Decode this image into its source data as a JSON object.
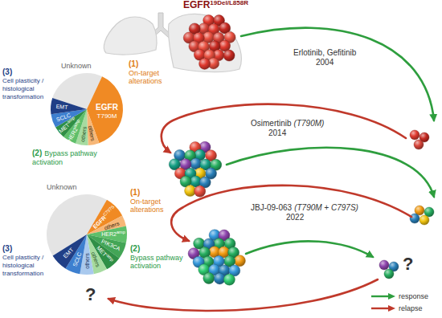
{
  "diagram": {
    "labels": [
      "EGFR",
      "19Del/L858R",
      "Erlotinib, Gefitinib",
      "2004",
      "Osimertinib",
      "(T790M)",
      "2014",
      "JBJ-09-063",
      "(T790M + C797S)",
      "2022",
      "?",
      "?",
      "Unknown",
      "EGFR",
      "T790M",
      "(1)",
      "On-target alterations",
      "(2)",
      "Bypass pathway activation",
      "(3)",
      "Cell plasticity / histological transformation",
      "others",
      "others",
      "HER2",
      "amp",
      "MET",
      "amp",
      "SCLC",
      "EMT",
      "Unknown",
      "(1)",
      "On-target alterations",
      "EGFR",
      "C797S",
      "others",
      "HER2",
      "amp",
      "PIK3CA",
      "MET",
      "amp",
      "others",
      "others",
      "SCLC",
      "EMT",
      "(2)",
      "Bypass pathway activation",
      "(3)",
      "Cell plasticity / histological transformation"
    ],
    "legend": [
      {
        "text": "response"
      },
      {
        "text": "relapse"
      }
    ]
  }
}
